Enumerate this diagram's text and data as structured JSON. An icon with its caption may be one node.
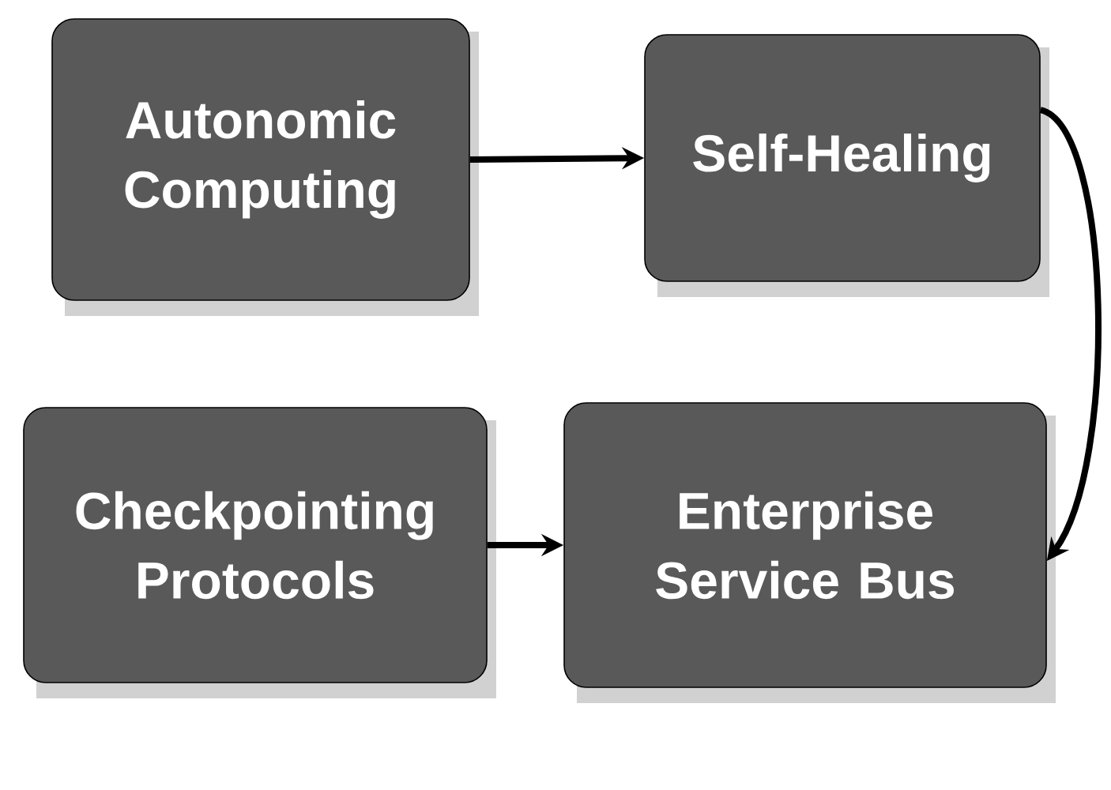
{
  "diagram": {
    "nodes": [
      {
        "text": [
          "Autonomic Computing"
        ]
      },
      {
        "text": [
          "Self-Healing"
        ]
      },
      {
        "text": [
          "Checkpointing Protocols"
        ]
      },
      {
        "text": [
          "Enterprise Service Bus"
        ]
      }
    ],
    "edges": [
      {
        "from": 0,
        "to": 1,
        "arrow": "to"
      },
      {
        "from": 1,
        "to": 3,
        "arrow": "to"
      },
      {
        "from": 2,
        "to": 3,
        "arrow": "to"
      }
    ]
  }
}
